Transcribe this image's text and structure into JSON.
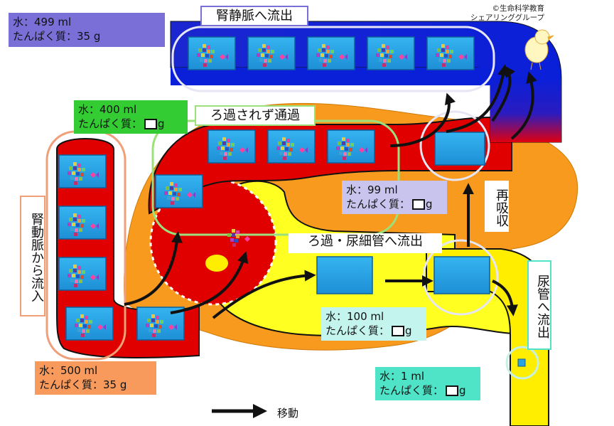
{
  "labels": {
    "top_left": {
      "water": "水：499 ml",
      "protein": "たんぱく質：35 g"
    },
    "mid_left": {
      "water": "水：400 ml",
      "protein_prefix": "たんぱく質：",
      "protein_unit": "g"
    },
    "bottom_left": {
      "water": "水：500 ml",
      "protein": "たんぱく質：35 g"
    },
    "reabsorb": {
      "water": "水：99 ml",
      "protein_prefix": "たんぱく質：",
      "protein_unit": "g"
    },
    "tubule": {
      "water": "水：100 ml",
      "protein_prefix": "たんぱく質：",
      "protein_unit": "g"
    },
    "urine": {
      "water": "水：1 ml",
      "protein_prefix": "たんぱく質：",
      "protein_unit": "g"
    }
  },
  "titles": {
    "vein_out": "腎静脈へ流出",
    "not_filtered": "ろ過されず通過",
    "filtered": "ろ過・尿細管へ流出",
    "artery_in": "腎動脈から流入",
    "reabsorption": "再吸収",
    "ureter_out": "尿管へ流出"
  },
  "legend": {
    "text": "移動"
  },
  "copyright": {
    "line1": "©生命科学教育",
    "line2": "シェアリンググループ"
  },
  "colors": {
    "blood": "#e00000",
    "vein": "#0a1fd8",
    "capsule": "#f79a1e",
    "filtrate": "#ffff22",
    "urine_tube": "#ffee00",
    "block": "#29a3e6",
    "artery_label_border": "#f0a078",
    "vein_label_bg": "#7a6fd6",
    "mid_label_bg": "#33cc33",
    "bottom_label_bg": "#f79a5c",
    "reabsorb_label_bg": "#c9c4ee",
    "tubule_label_bg": "#c4f4ee",
    "urine_label_bg": "#4fe3c7"
  },
  "icons": {
    "block": "protein-water-block-icon",
    "arrow": "flow-arrow-icon",
    "mascot": "chick-mascot-icon"
  }
}
